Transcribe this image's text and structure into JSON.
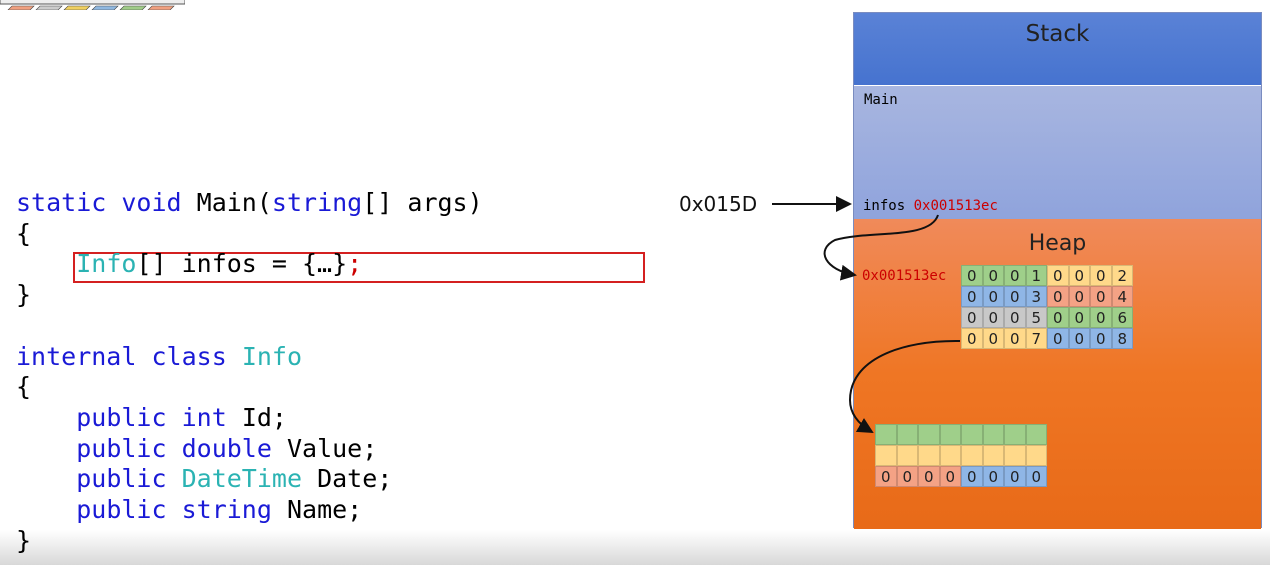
{
  "code": {
    "l1": [
      "static",
      "void",
      "Main(",
      "string",
      "[] args)"
    ],
    "l2": "{",
    "l3": [
      "Info",
      "[] infos = {…}",
      ";"
    ],
    "l4": "}",
    "l5": [
      "internal",
      "class",
      "Info"
    ],
    "l6": "{",
    "f1": [
      "public",
      "int",
      "Id;"
    ],
    "f2": [
      "public",
      "double",
      "Value;"
    ],
    "f3": [
      "public",
      "DateTime",
      "Date;"
    ],
    "f4": [
      "public",
      "string",
      "Name;"
    ],
    "l7": "}"
  },
  "pointer_label": "0x015D",
  "stack": {
    "title": "Stack",
    "frame": "Main",
    "var_name": "infos",
    "var_value": "0x001513ec"
  },
  "heap": {
    "title": "Heap",
    "address": "0x001513ec",
    "array_rows": [
      [
        "0",
        "0",
        "0",
        "1",
        "0",
        "0",
        "0",
        "2"
      ],
      [
        "0",
        "0",
        "0",
        "3",
        "0",
        "0",
        "0",
        "4"
      ],
      [
        "0",
        "0",
        "0",
        "5",
        "0",
        "0",
        "0",
        "6"
      ],
      [
        "0",
        "0",
        "0",
        "7",
        "0",
        "0",
        "0",
        "8"
      ]
    ],
    "object_row": [
      "0",
      "0",
      "0",
      "0",
      "0",
      "0",
      "0",
      "0"
    ]
  }
}
